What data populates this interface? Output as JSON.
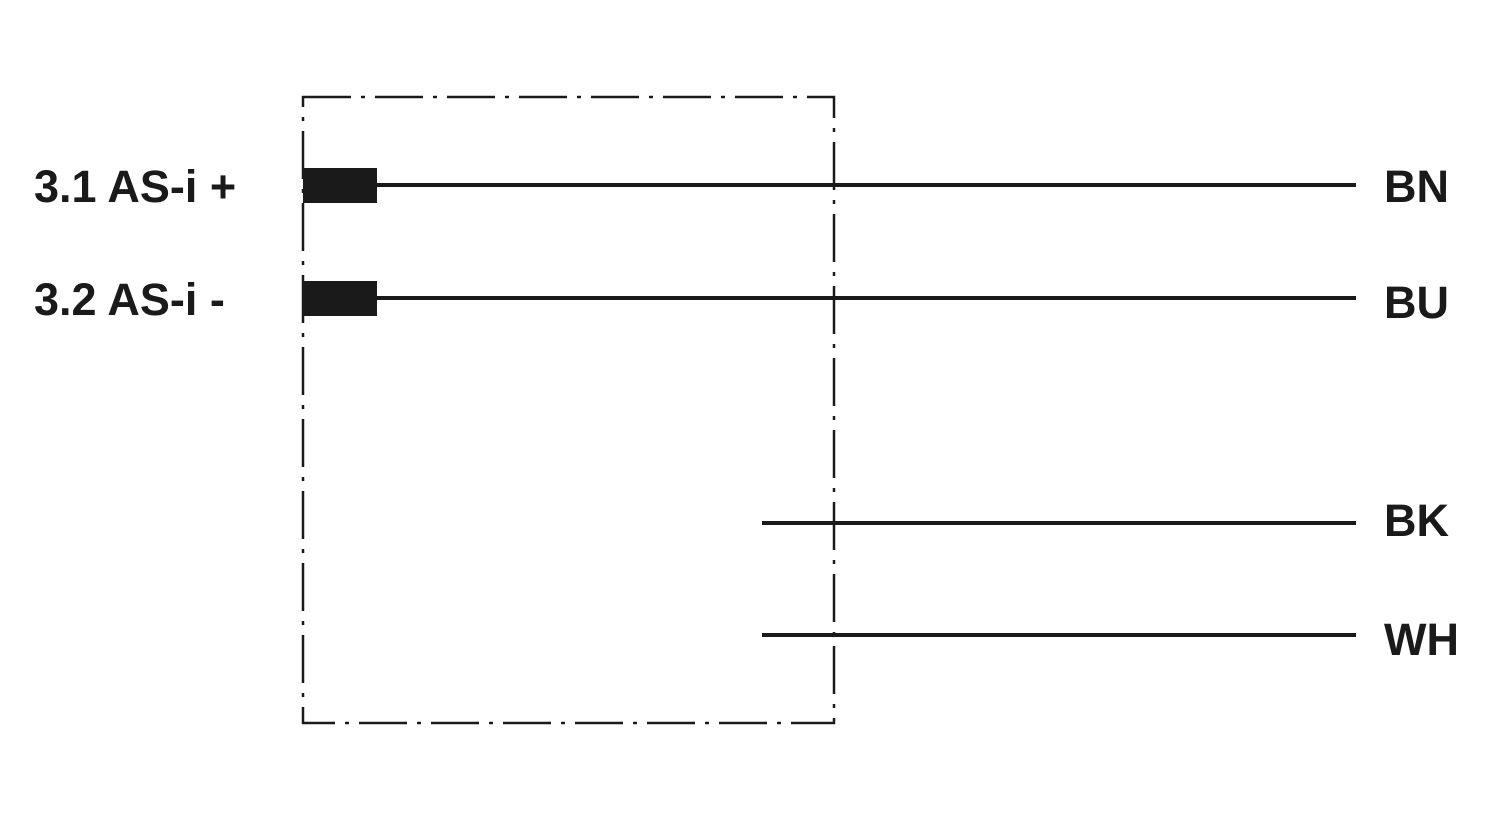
{
  "diagram": {
    "pins": [
      {
        "label": "3.1 AS-i +"
      },
      {
        "label": "3.2 AS-i -"
      }
    ],
    "wires": [
      {
        "label": "BN"
      },
      {
        "label": "BU"
      },
      {
        "label": "BK"
      },
      {
        "label": "WH"
      }
    ],
    "colors": {
      "line": "#1a1a1a",
      "background": "#ffffff"
    }
  }
}
